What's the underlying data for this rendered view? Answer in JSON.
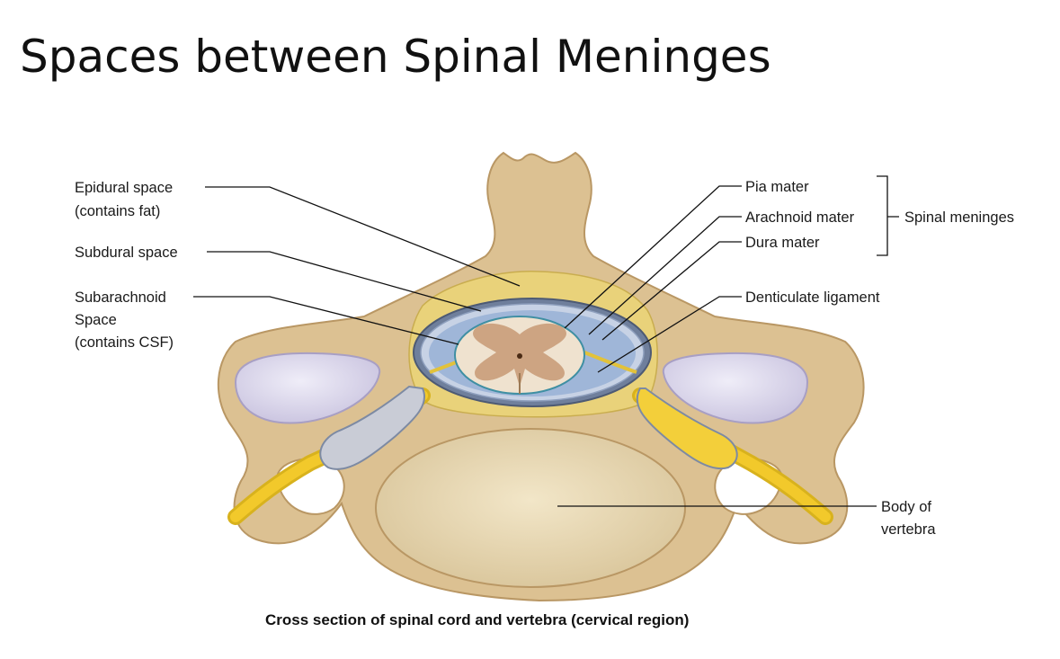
{
  "title": "Spaces between Spinal Meninges",
  "labels": {
    "epidural": [
      "Epidural space",
      "(contains fat)"
    ],
    "subdural": "Subdural space",
    "subarachnoid": [
      "Subarachnoid",
      "Space",
      "(contains CSF)"
    ],
    "pia": "Pia mater",
    "arachnoid": "Arachnoid mater",
    "dura": "Dura mater",
    "meninges_group": "Spinal meninges",
    "denticulate": "Denticulate ligament",
    "body": [
      "Body of",
      "vertebra"
    ]
  },
  "caption": "Cross section of spinal cord and vertebra (cervical region)",
  "colors": {
    "bone": "#dcc192",
    "bone_shadow": "#b99764",
    "fat": "#e9d27a",
    "nerve": "#f2c92b",
    "dura": "#6f7f9c",
    "csf_space": "#9fb6d8",
    "cord_white": "#efe2cf",
    "cord_grey": "#cda482",
    "disc": "#dcd8ec",
    "vertebral_body": "#eadbb7"
  }
}
